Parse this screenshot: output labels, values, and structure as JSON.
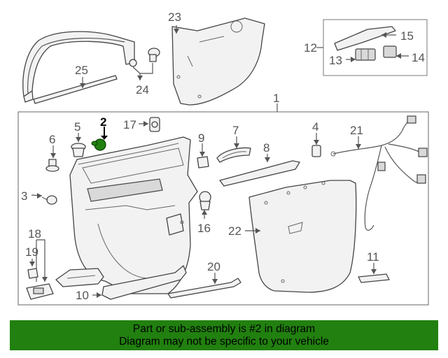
{
  "diagram": {
    "highlight_color": "#21800f",
    "callouts": [
      {
        "key": "c23",
        "label": "23"
      },
      {
        "key": "c12",
        "label": "12"
      },
      {
        "key": "c15",
        "label": "15"
      },
      {
        "key": "c13",
        "label": "13"
      },
      {
        "key": "c14",
        "label": "14"
      },
      {
        "key": "c25",
        "label": "25"
      },
      {
        "key": "c24",
        "label": "24"
      },
      {
        "key": "c1",
        "label": "1"
      },
      {
        "key": "c2",
        "label": "2"
      },
      {
        "key": "c5",
        "label": "5"
      },
      {
        "key": "c17",
        "label": "17"
      },
      {
        "key": "c9",
        "label": "9"
      },
      {
        "key": "c7",
        "label": "7"
      },
      {
        "key": "c4",
        "label": "4"
      },
      {
        "key": "c21",
        "label": "21"
      },
      {
        "key": "c6",
        "label": "6"
      },
      {
        "key": "c8",
        "label": "8"
      },
      {
        "key": "c3",
        "label": "3"
      },
      {
        "key": "c16",
        "label": "16"
      },
      {
        "key": "c22",
        "label": "22"
      },
      {
        "key": "c18",
        "label": "18"
      },
      {
        "key": "c19",
        "label": "19"
      },
      {
        "key": "c20",
        "label": "20"
      },
      {
        "key": "c11",
        "label": "11"
      },
      {
        "key": "c10",
        "label": "10"
      }
    ]
  },
  "banner": {
    "line1": "Part or sub-assembly is #2 in diagram",
    "line2": "Diagram may not be specific to your vehicle"
  }
}
